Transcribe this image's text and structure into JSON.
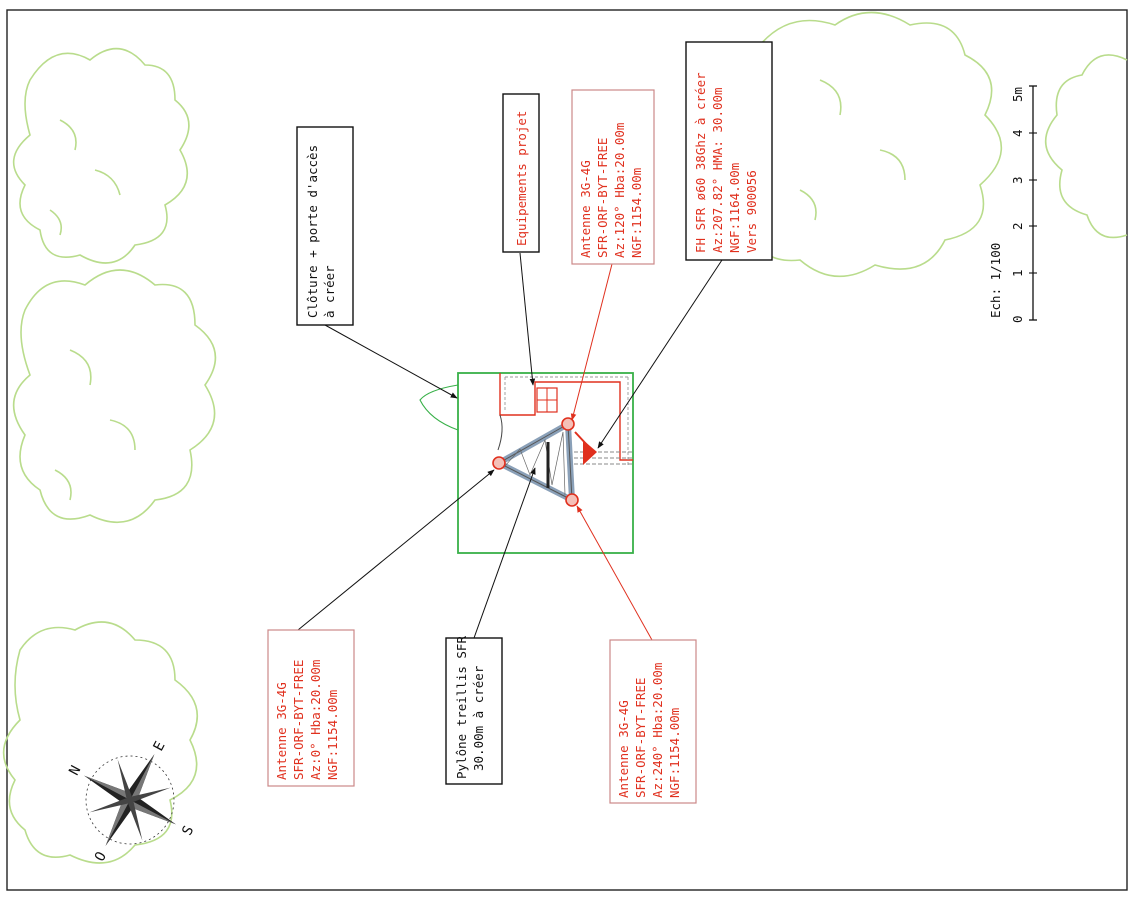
{
  "labels": {
    "cloture": [
      "Clôture + porte d'accès",
      "à créer"
    ],
    "equipements": [
      "Equipements projet"
    ],
    "antenne_120": [
      "Antenne 3G-4G",
      "SFR-ORF-BYT-FREE",
      "Az:120° Hba:20.00m",
      "NGF:1154.00m"
    ],
    "fh": [
      "FH SFR ø60 38Ghz à créer",
      "Az:207.82° HMA: 30.00m",
      "NGF:1164.00m",
      "Vers 900056"
    ],
    "antenne_0": [
      "Antenne 3G-4G",
      "SFR-ORF-BYT-FREE",
      "Az:0° Hba:20.00m",
      "NGF:1154.00m"
    ],
    "pylone": [
      "Pylône treillis SFR",
      "30.00m à créer"
    ],
    "antenne_240": [
      "Antenne 3G-4G",
      "SFR-ORF-BYT-FREE",
      "Az:240° Hba:20.00m",
      "NGF:1154.00m"
    ]
  },
  "scale": {
    "title": "Ech: 1/100",
    "ticks": [
      "0",
      "1",
      "2",
      "3",
      "4",
      "5m"
    ]
  },
  "compass": {
    "cardinals": {
      "north": "N",
      "east": "E",
      "south": "S",
      "west": "O"
    }
  },
  "colors": {
    "label_red": "#e0301e",
    "label_black": "#111111",
    "enclosure_green": "#38b048",
    "trees": "#b9dc8c"
  }
}
